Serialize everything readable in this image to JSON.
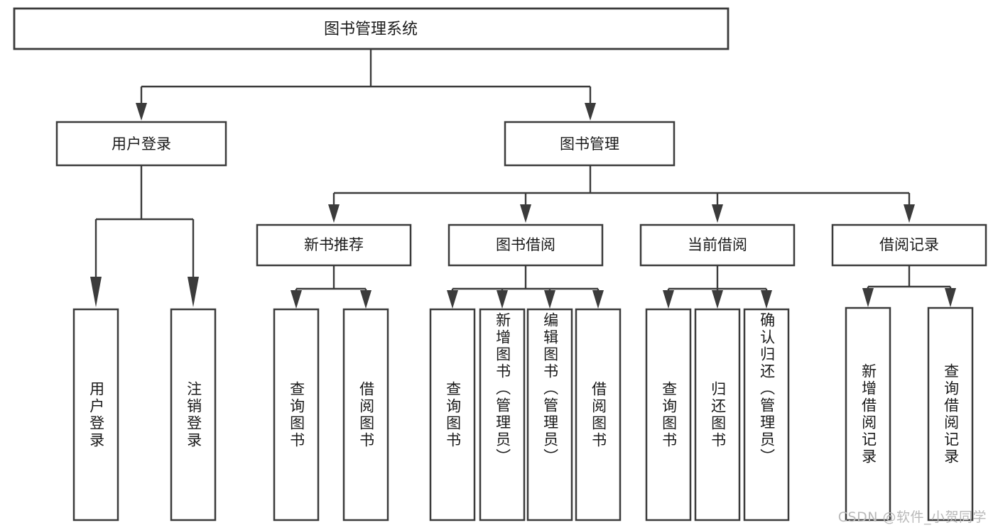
{
  "diagram": {
    "title": "图书管理系统",
    "type": "tree",
    "watermark": "CSDN @软件_小贺同学",
    "colors": {
      "stroke": "#3b3b3b",
      "box_fill": "#ffffff",
      "text": "#1a1a1a",
      "background": "#ffffff",
      "watermark": "#b9b9b9"
    },
    "nodes": {
      "root": {
        "label": "图书管理系统"
      },
      "level2": [
        {
          "id": "user-login",
          "label": "用户登录"
        },
        {
          "id": "book-management",
          "label": "图书管理"
        }
      ],
      "level3": [
        {
          "id": "new-book-recommend",
          "label": "新书推荐"
        },
        {
          "id": "book-borrow",
          "label": "图书借阅"
        },
        {
          "id": "current-borrow",
          "label": "当前借阅"
        },
        {
          "id": "borrow-record",
          "label": "借阅记录"
        }
      ],
      "leaves": [
        {
          "id": "leaf-user-login",
          "label": "用户登录",
          "parent": "user-login"
        },
        {
          "id": "leaf-user-logout",
          "label": "注销登录",
          "parent": "user-login"
        },
        {
          "id": "leaf-query-book-1",
          "label": "查询图书",
          "parent": "new-book-recommend"
        },
        {
          "id": "leaf-borrow-book-1",
          "label": "借阅图书",
          "parent": "new-book-recommend"
        },
        {
          "id": "leaf-query-book-2",
          "label": "查询图书",
          "parent": "book-borrow"
        },
        {
          "id": "leaf-add-book",
          "label": "新增图书（管理员）",
          "parent": "book-borrow"
        },
        {
          "id": "leaf-edit-book",
          "label": "编辑图书（管理员）",
          "parent": "book-borrow"
        },
        {
          "id": "leaf-borrow-book-2",
          "label": "借阅图书",
          "parent": "book-borrow"
        },
        {
          "id": "leaf-query-book-3",
          "label": "查询图书",
          "parent": "current-borrow"
        },
        {
          "id": "leaf-return-book",
          "label": "归还图书",
          "parent": "current-borrow"
        },
        {
          "id": "leaf-confirm-return",
          "label": "确认归还（管理员）",
          "parent": "current-borrow"
        },
        {
          "id": "leaf-add-record",
          "label": "新增借阅记录",
          "parent": "borrow-record"
        },
        {
          "id": "leaf-query-record",
          "label": "查询借阅记录",
          "parent": "borrow-record"
        }
      ]
    }
  }
}
